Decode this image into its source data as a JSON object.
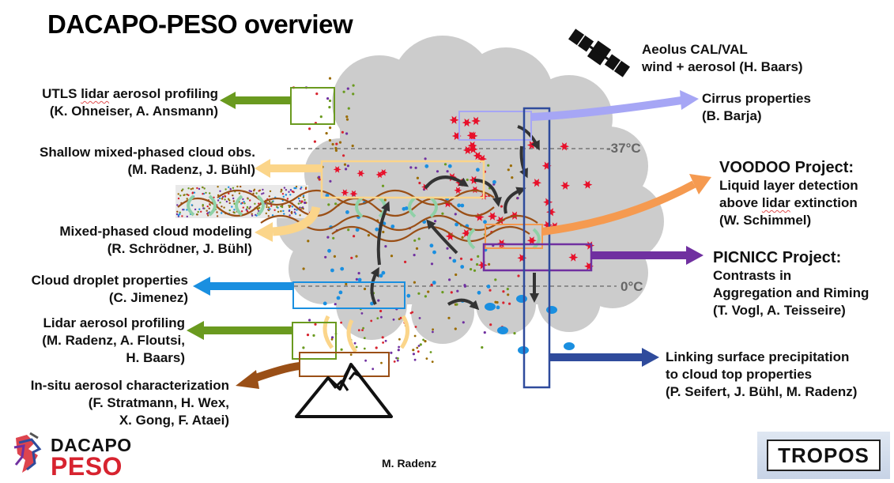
{
  "title": "DACAPO-PESO overview",
  "credit": "M. Radenz",
  "temperatures": {
    "upper": "-37°C",
    "lower": "0°C"
  },
  "labels": {
    "utls": {
      "line1_prefix": "UTLS ",
      "line1_squig": "lidar",
      "line1_suffix": " aerosol profiling",
      "line2": "(K. Ohneiser, A. Ansmann)"
    },
    "shallow": {
      "line1": "Shallow mixed-phased cloud obs.",
      "line2": "(M. Radenz, J. Bühl)"
    },
    "modeling": {
      "line1": "Mixed-phased cloud modeling",
      "line2": "(R. Schrödner, J. Bühl)"
    },
    "droplet": {
      "line1": "Cloud droplet properties",
      "line2": "(C. Jimenez)"
    },
    "lidar_aerosol": {
      "line1": "Lidar aerosol profiling",
      "line2": "(M. Radenz, A. Floutsi,",
      "line3": "H. Baars)"
    },
    "insitu": {
      "line1": "In-situ aerosol characterization",
      "line2": "(F. Stratmann, H. Wex,",
      "line3": "X. Gong, F. Ataei)"
    },
    "aeolus": {
      "line1": "Aeolus CAL/VAL",
      "line2": "wind + aerosol (H. Baars)"
    },
    "cirrus": {
      "line1": "Cirrus properties",
      "line2": "(B. Barja)"
    },
    "voodoo": {
      "line1": "VOODOO Project:",
      "line2": "Liquid layer detection",
      "line3_prefix": "above ",
      "line3_squig": "lidar",
      "line3_suffix": " extinction",
      "line4": "(W. Schimmel)"
    },
    "picnicc": {
      "line1": "PICNICC Project:",
      "line2": "Contrasts in",
      "line3": "Aggregation and Riming",
      "line4": "(T. Vogl, A. Teisseire)"
    },
    "linking": {
      "line1": "Linking surface precipitation",
      "line2": "to cloud top properties",
      "line3": "(P. Seifert, J. Bühl, M. Radenz)"
    }
  },
  "logo": {
    "line1": "DACAPO",
    "line2": "PESO"
  },
  "tropos_logo": "TROPOS",
  "colors": {
    "cloud": "#cccccc",
    "aerosol_green": "#6a9a1f",
    "shallow_yellow": "#fbd58a",
    "droplet_blue": "#1a8fe0",
    "insitu_brown": "#9a4f16",
    "cirrus_lavender": "#a6a6f5",
    "voodoo_orange": "#f59a50",
    "picnicc_purple": "#7030a0",
    "linking_navy": "#2f4b9c",
    "ice_red": "#e8102a",
    "liquid_blue": "#1a8fe0"
  }
}
